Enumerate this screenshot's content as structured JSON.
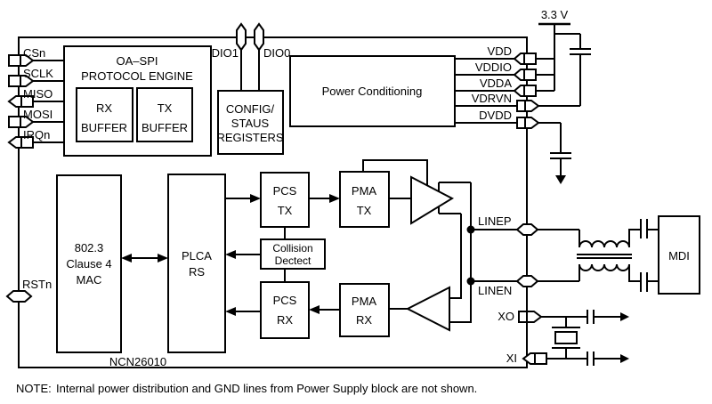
{
  "part_number": "NCN26010",
  "supply": "3.3 V",
  "note": {
    "label": "NOTE:",
    "text": "Internal power distribution and GND lines from Power Supply block are not shown."
  },
  "pins": {
    "csn": "CSn",
    "sclk": "SCLK",
    "miso": "MISO",
    "mosi": "MOSI",
    "irqn": "IRQn",
    "rstn": "RSTn",
    "dio1": "DIO1",
    "dio0": "DIO0",
    "vdd": "VDD",
    "vddio": "VDDIO",
    "vdda": "VDDA",
    "vdrvn": "VDRVN",
    "dvdd": "DVDD",
    "linep": "LINEP",
    "linen": "LINEN",
    "xo": "XO",
    "xi": "XI"
  },
  "blocks": {
    "spi": {
      "l1": "OA–SPI",
      "l2": "PROTOCOL ENGINE"
    },
    "rxbuf": {
      "l1": "RX",
      "l2": "BUFFER"
    },
    "txbuf": {
      "l1": "TX",
      "l2": "BUFFER"
    },
    "config": {
      "l1": "CONFIG/",
      "l2": "STAUS",
      "l3": "REGISTERS"
    },
    "power": {
      "l1": "Power Conditioning"
    },
    "mac": {
      "l1": "802.3",
      "l2": "Clause 4",
      "l3": "MAC"
    },
    "plca": {
      "l1": "PLCA",
      "l2": "RS"
    },
    "pcstx": {
      "l1": "PCS",
      "l2": "TX"
    },
    "collision": {
      "l1": "Collision",
      "l2": "Dectect"
    },
    "pcsrx": {
      "l1": "PCS",
      "l2": "RX"
    },
    "pmatx": {
      "l1": "PMA",
      "l2": "TX"
    },
    "pmarx": {
      "l1": "PMA",
      "l2": "RX"
    },
    "mdi": {
      "l1": "MDI"
    }
  },
  "colors": {
    "line": "#000000",
    "background": "#ffffff"
  }
}
